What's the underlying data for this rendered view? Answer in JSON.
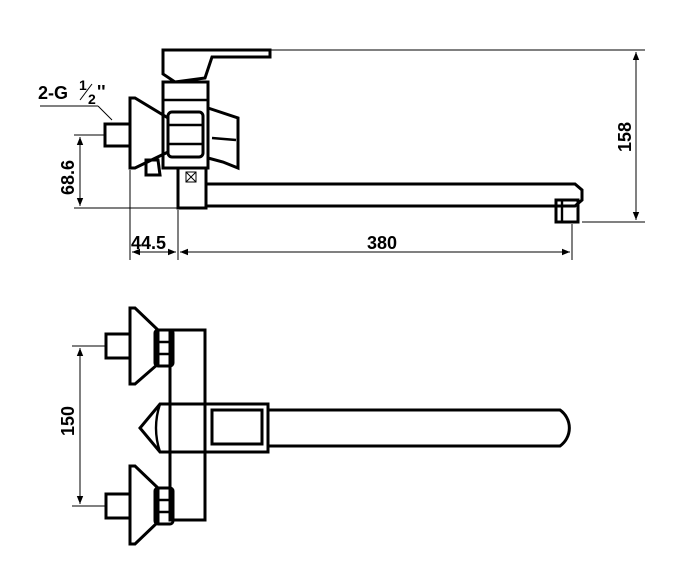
{
  "labels": {
    "thread_prefix": "2-G",
    "thread_num": "1",
    "thread_den": "2",
    "thread_suffix": "''",
    "dim_height": "158",
    "dim_inlet": "68.6",
    "dim_offset": "44.5",
    "dim_spout": "380",
    "dim_centers": "150"
  },
  "colors": {
    "stroke": "#000000",
    "background": "#ffffff"
  }
}
